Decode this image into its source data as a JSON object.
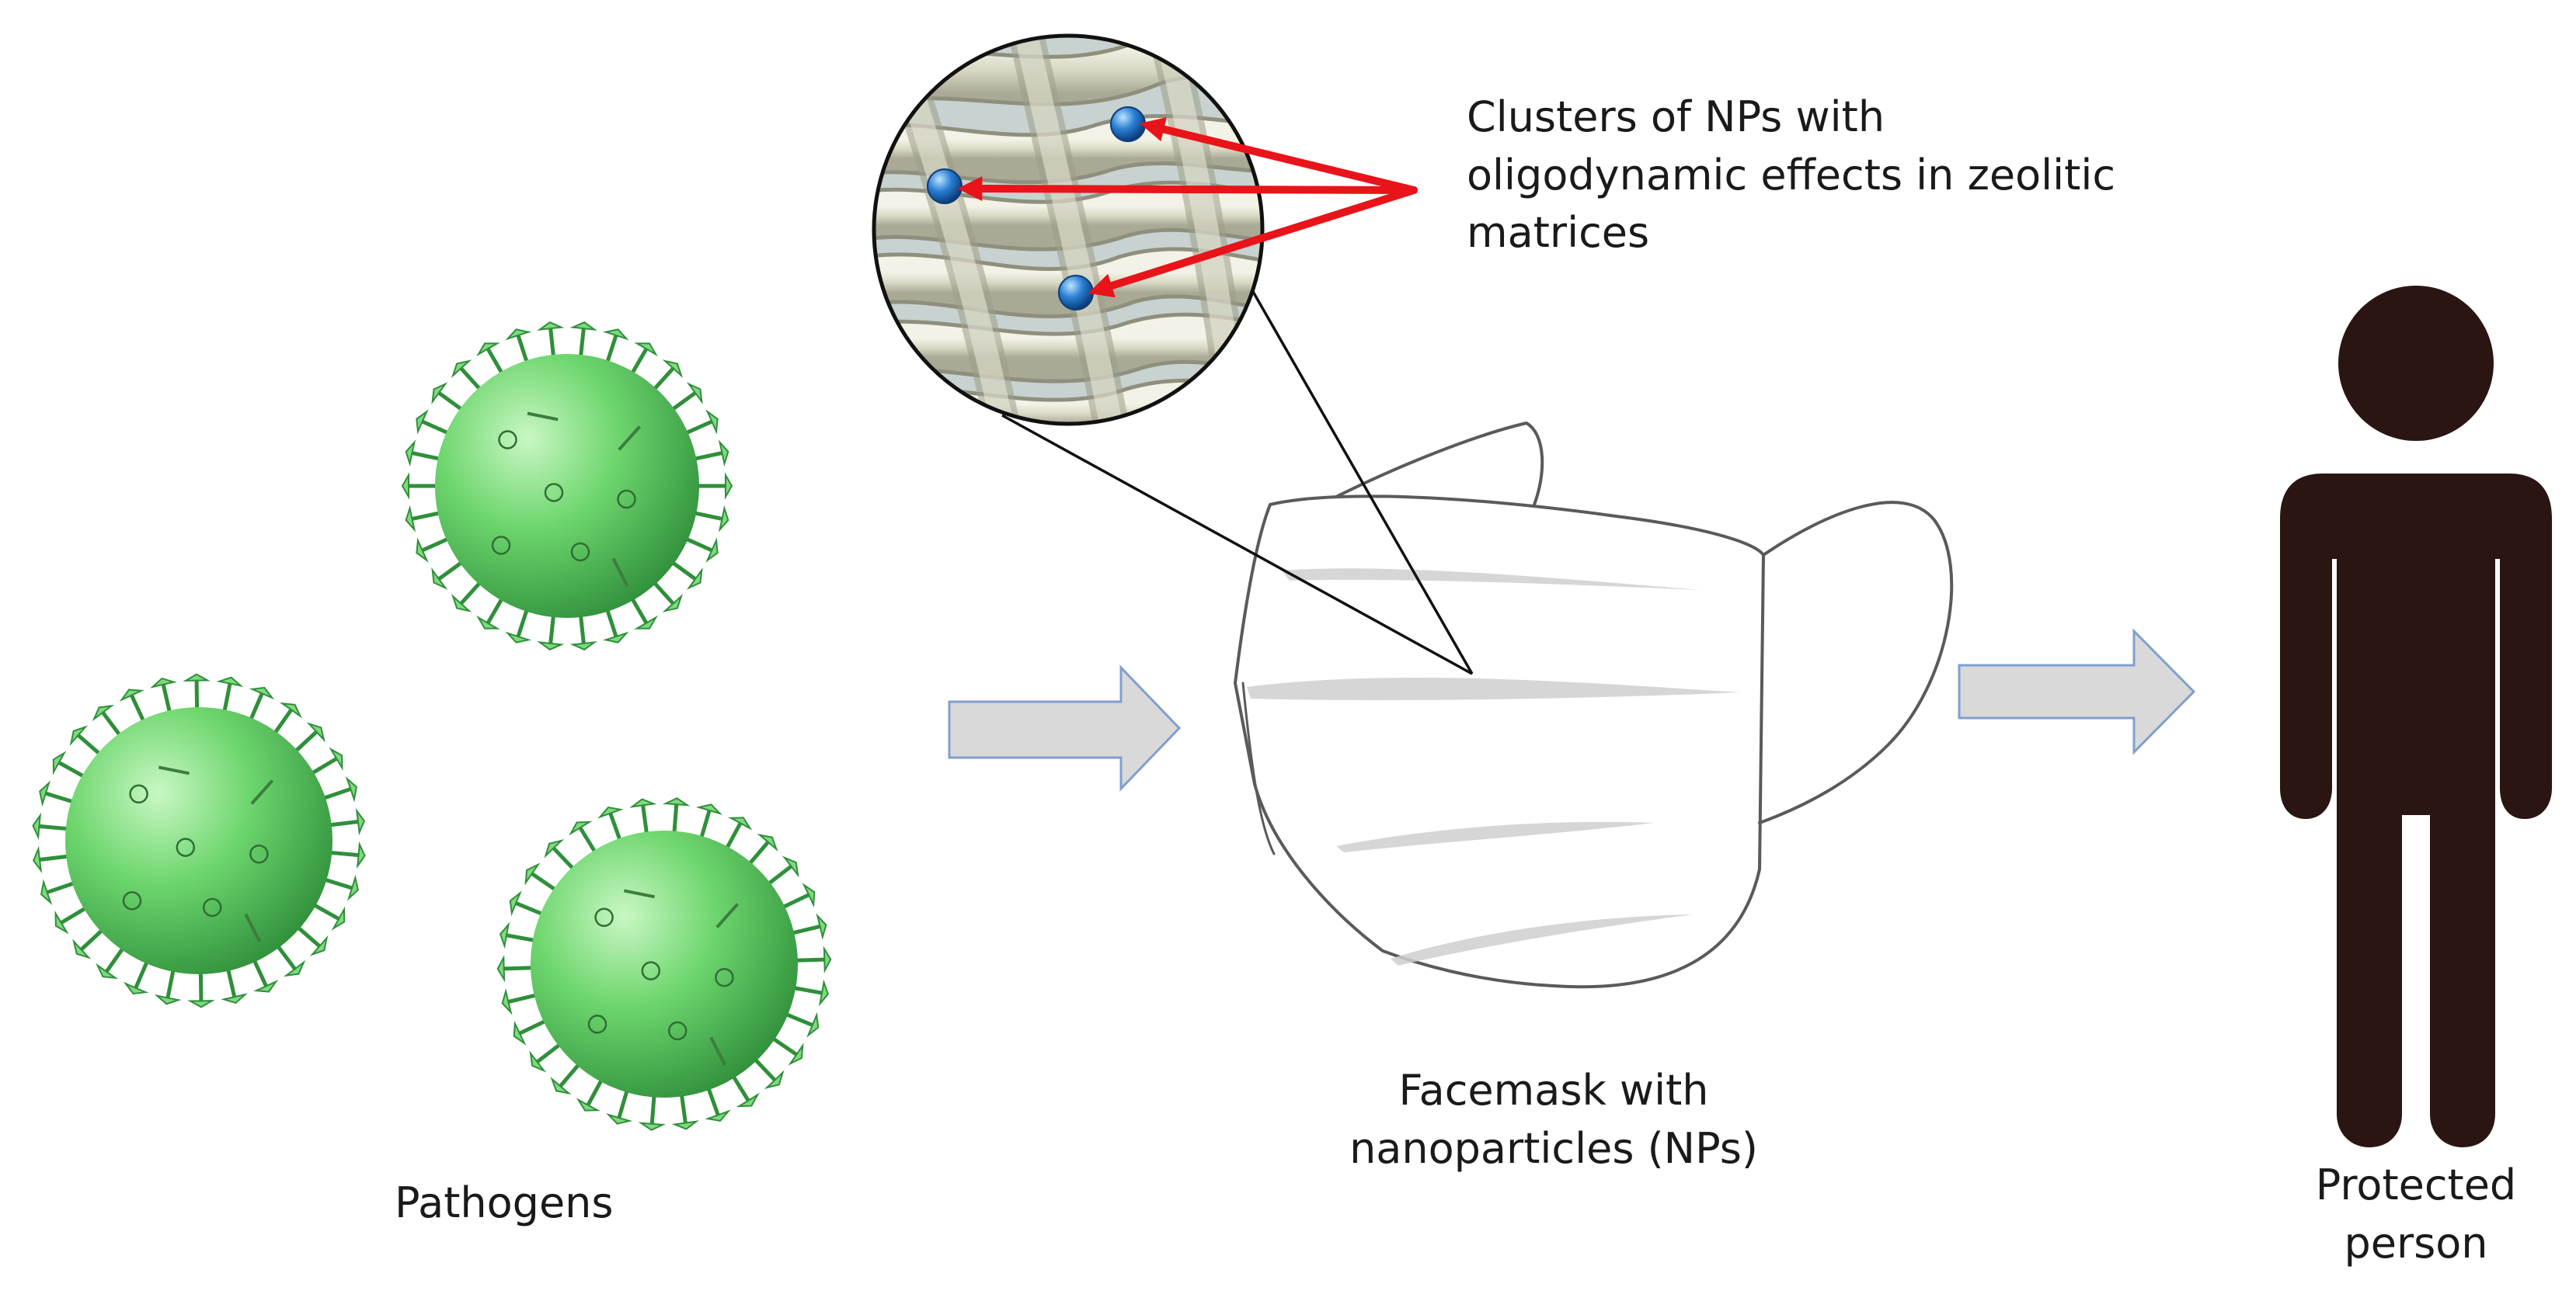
{
  "labels": {
    "pathogens": "Pathogens",
    "facemask_line1": "Facemask with",
    "facemask_line2": "nanoparticles (NPs)",
    "clusters_line1": "Clusters of NPs with",
    "clusters_line2": "oligodynamic effects in zeolitic",
    "clusters_line3": "matrices",
    "person_line1": "Protected",
    "person_line2": "person"
  },
  "icons": {
    "pathogen": "virus-icon",
    "mask": "facemask-icon",
    "person": "person-icon",
    "flow": "arrow-right-icon"
  },
  "colors": {
    "virus_body": "#6ed66e",
    "virus_dark": "#2f8f3a",
    "arrow_fill": "#d9d9d9",
    "arrow_stroke": "#7f9fd0",
    "callout_arrow": "#e8141a",
    "np_blue": "#2a7fd4",
    "person": "#2a1512",
    "mask_line": "#5a5a5a",
    "fiber": "#d8d8c4"
  }
}
